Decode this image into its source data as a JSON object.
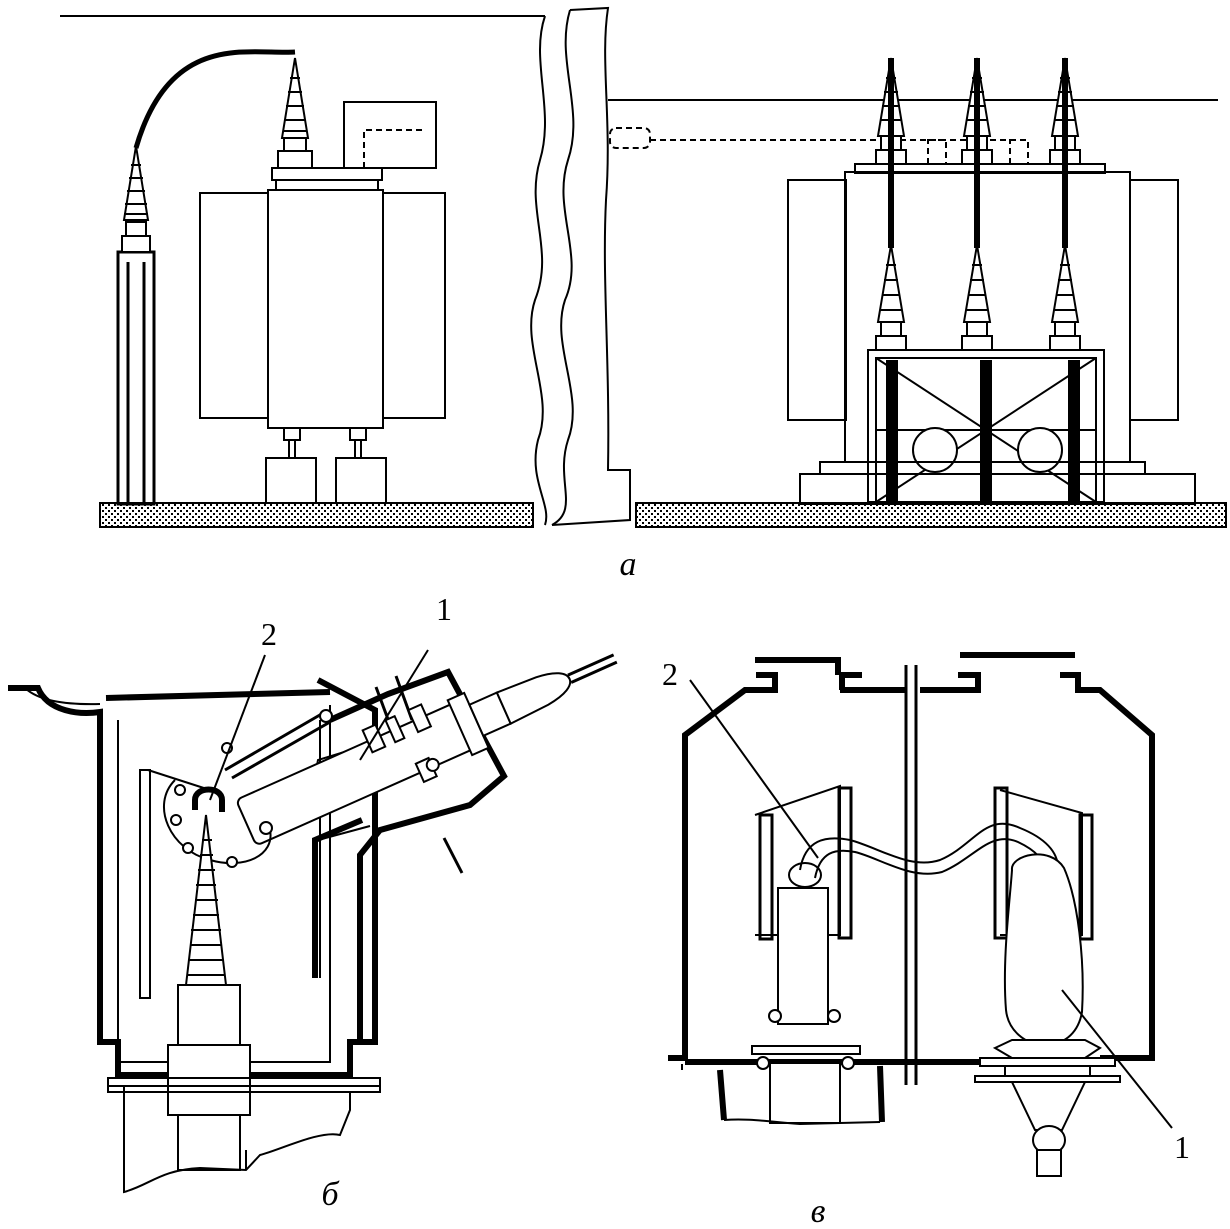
{
  "captions": {
    "a": "а",
    "b": "б",
    "v": "в"
  },
  "callouts": {
    "b_1": "1",
    "b_2": "2",
    "v_1": "1",
    "v_2": "2"
  }
}
